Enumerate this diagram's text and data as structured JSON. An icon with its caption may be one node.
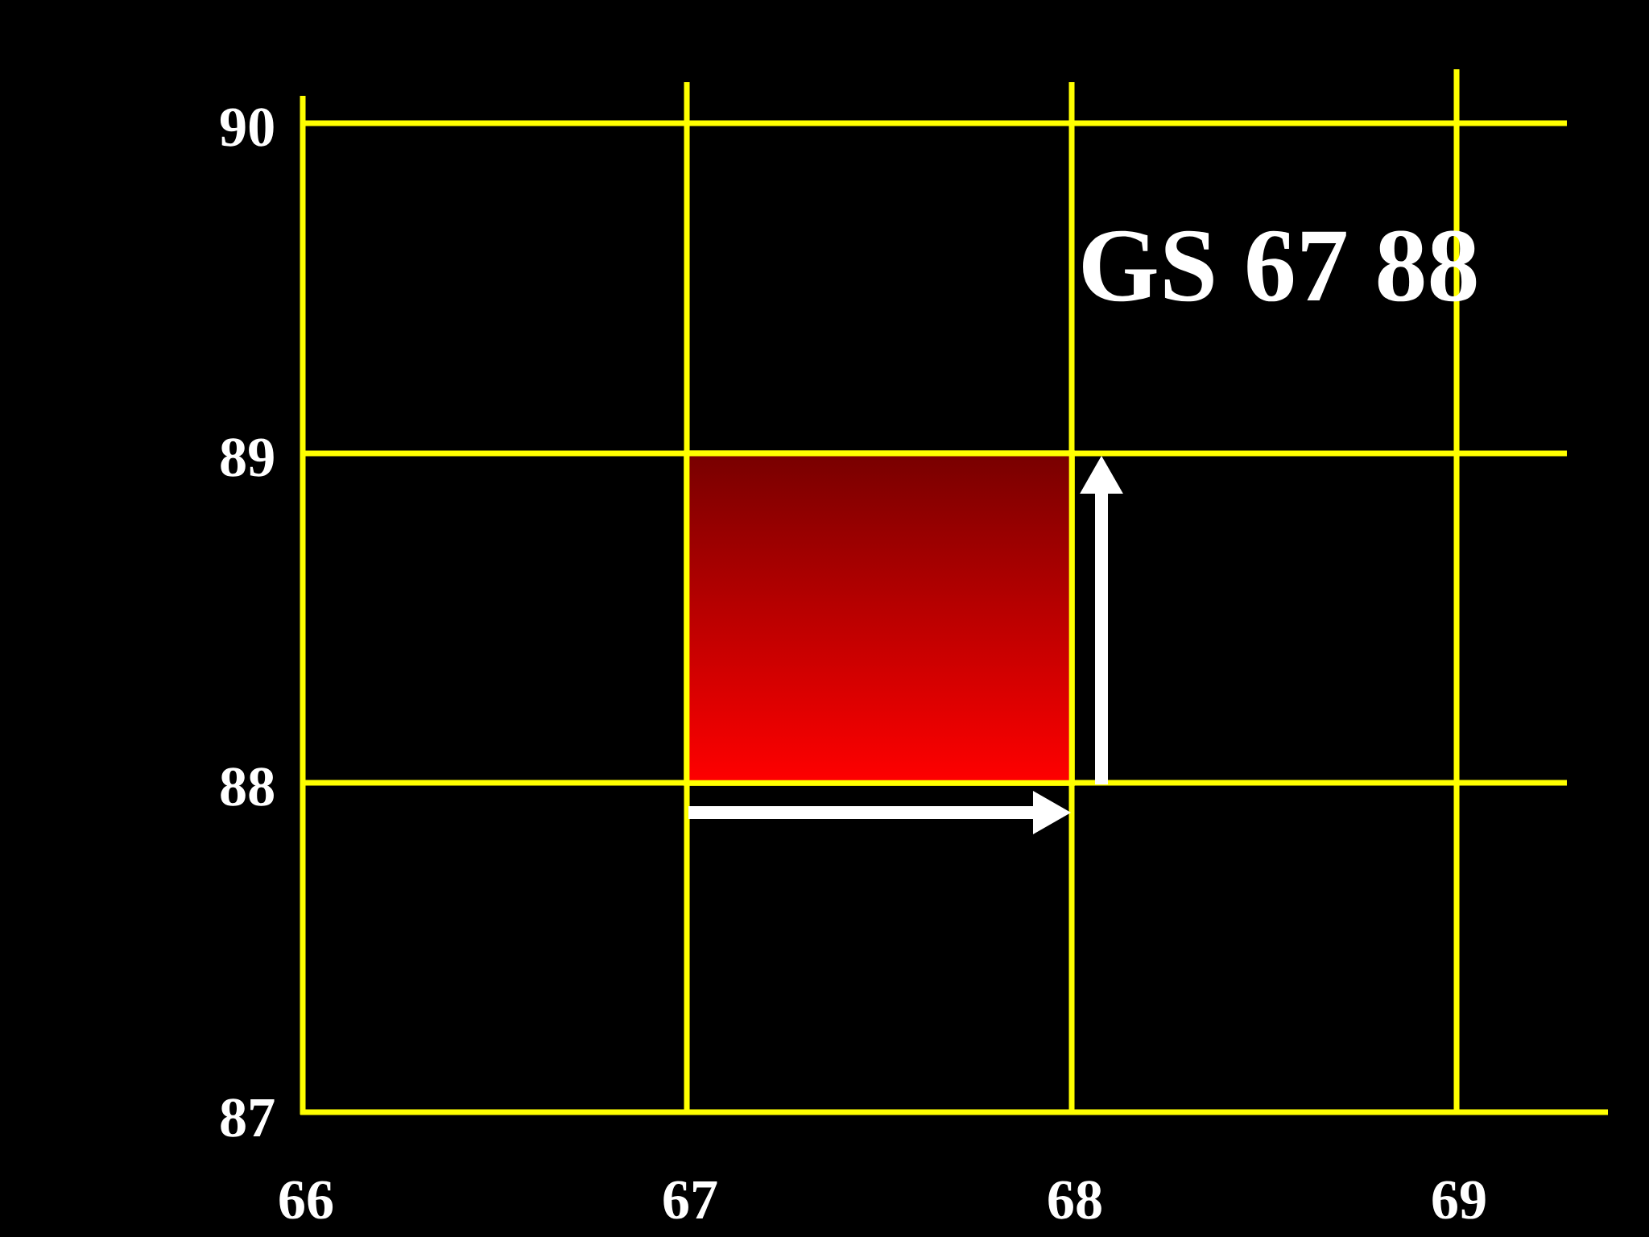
{
  "diagram": {
    "nodes": [
      {
        "text": [],
        "shape": "box"
      }
    ],
    "labels": [
      "90",
      "GS 67 88",
      "89",
      "88",
      "87",
      "66",
      "67",
      "68",
      "69"
    ]
  }
}
